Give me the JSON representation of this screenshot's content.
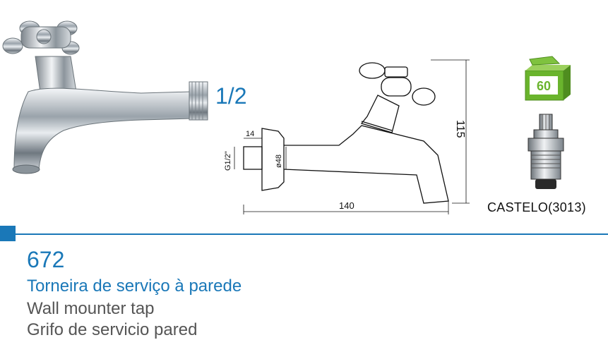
{
  "product": {
    "thread_size": "1/2",
    "code": "672",
    "name_pt": "Torneira de serviço à parede",
    "name_en": "Wall mounter tap",
    "name_es": "Grifo de servicio pared"
  },
  "drawing": {
    "dim_flange": "14",
    "dim_thread": "G1/2\"",
    "dim_diameter": "ø48",
    "dim_length": "140",
    "dim_height": "115"
  },
  "badge": {
    "value": "60",
    "color": "#6ab42d"
  },
  "cartridge": {
    "label": "CASTELO(3013)"
  },
  "colors": {
    "accent": "#1a78b8",
    "text_gray": "#555555"
  },
  "icons": {
    "photo": "tap-photo-icon",
    "badge": "warranty-box-icon",
    "cartridge": "cartridge-icon"
  }
}
